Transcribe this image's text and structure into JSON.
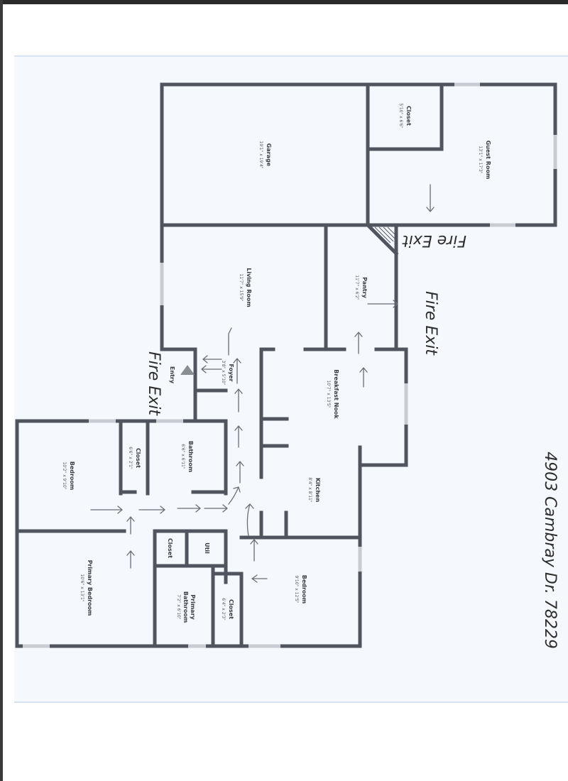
{
  "address": "4903 Cambray Dr. 78229",
  "fire_exit_label": "Fire Exit",
  "fire_exit_label_entry": "Fire Exit",
  "rooms": {
    "garage": {
      "name": "Garage",
      "dims": "19'1\" x 19'4\""
    },
    "closet_guest": {
      "name": "Closet",
      "dims": "5'10\" x 6'6\""
    },
    "guest_room": {
      "name": "Guest Room",
      "dims": "13'1\" x 17'3\""
    },
    "living_room": {
      "name": "Living Room",
      "dims": "11'7\" x 15'9\""
    },
    "pantry": {
      "name": "Pantry",
      "dims": "11'7\" x 6'2\""
    },
    "entry": {
      "name": "Entry",
      "dims": ""
    },
    "foyer": {
      "name": "Foyer",
      "dims": "3'8\" x 5'10\""
    },
    "breakfast_nook": {
      "name": "Breakfast Nook",
      "dims": "10'7\" x 13'5\""
    },
    "bedroom_left": {
      "name": "Bedroom",
      "dims": "10'2\" x 9'10\""
    },
    "closet_mid": {
      "name": "Closet",
      "dims": "6'6\" x 2'1\""
    },
    "bathroom": {
      "name": "Bathroom",
      "dims": "6'6\" x 6'11\""
    },
    "kitchen": {
      "name": "Kitchen",
      "dims": "8'4\" x 8'11\""
    },
    "primary_bedroom": {
      "name": "Primary Bedroom",
      "dims": "10'6\" x 13'1\""
    },
    "closet_primary": {
      "name": "Closet",
      "dims": ""
    },
    "util": {
      "name": "Util",
      "dims": ""
    },
    "primary_bathroom_1": {
      "name": "Primary",
      "dims": "7'2\" x 6'10\""
    },
    "primary_bathroom_2": {
      "name": "Bathroom",
      "dims": ""
    },
    "closet_small": {
      "name": "Closet",
      "dims": "6'4\" x 2'3\""
    },
    "bedroom_right": {
      "name": "Bedroom",
      "dims": "9'10\" x 12'5\""
    }
  },
  "colors": {
    "wall": "#4f545e",
    "window": "#c9ccd2",
    "paper": "#f5f8fc",
    "ink": "#2d2d2d"
  }
}
